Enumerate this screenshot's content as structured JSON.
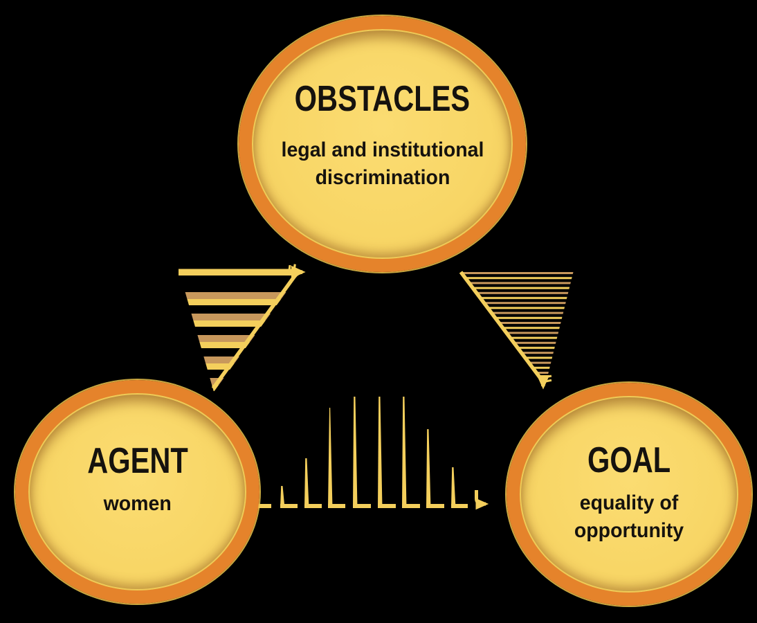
{
  "diagram": {
    "kind": "agent-obstacles-goal-triangle",
    "background": "#000000"
  },
  "colors": {
    "ring_orange": "#E5832B",
    "circle_fill": "#F8D666",
    "circle_rim": "#EFCB57",
    "arrow_yellow": "#F4CF5C",
    "arrow_tan": "#C8985C",
    "text": "#15120E"
  },
  "nodes": [
    {
      "id": "obstacles",
      "title": "OBSTACLES",
      "subtitle": "legal and institutional discrimination"
    },
    {
      "id": "agent",
      "title": "AGENT",
      "subtitle": "women"
    },
    {
      "id": "goal",
      "title": "GOAL",
      "subtitle": "equality of opportunity"
    }
  ],
  "connections": [
    {
      "from": "AGENT",
      "to": "OBSTACLES",
      "style": "striped-funnel-arrow-up-right"
    },
    {
      "from": "OBSTACLES",
      "to": "GOAL",
      "style": "striped-funnel-arrow-down-right"
    },
    {
      "from": "AGENT",
      "to": "GOAL",
      "style": "dashed-baseline-with-bars-arrow-right"
    }
  ]
}
